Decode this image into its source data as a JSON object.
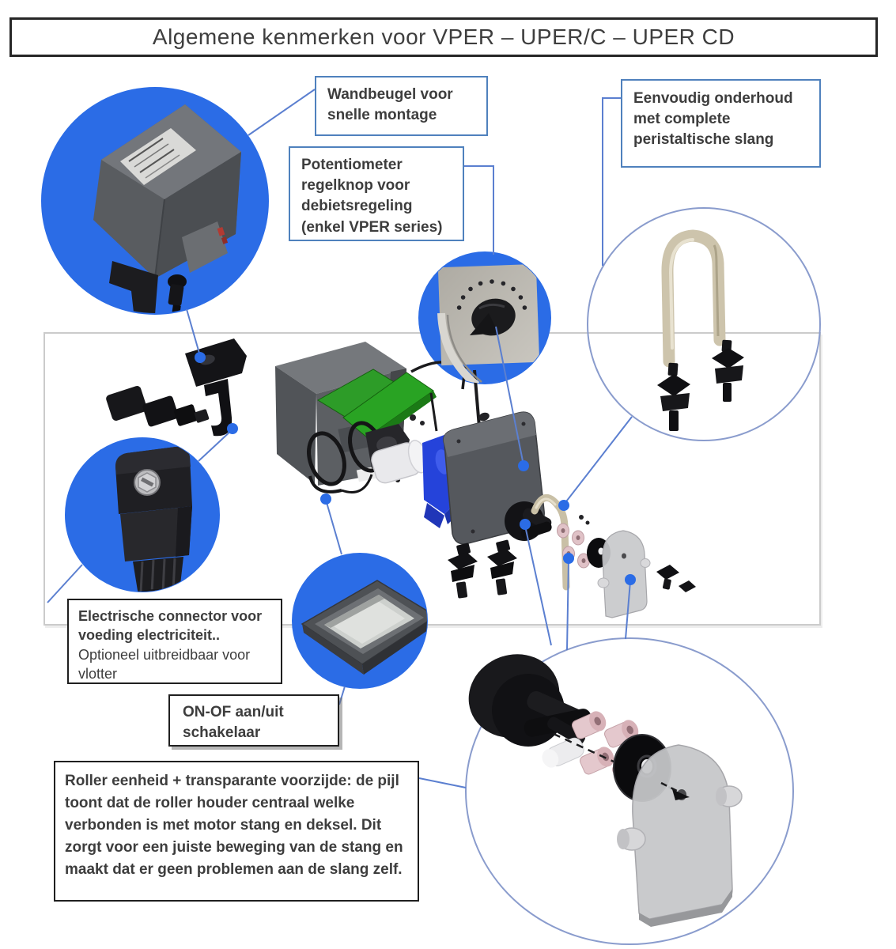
{
  "title": "Algemene kenmerken voor VPER – UPER/C – UPER CD",
  "callouts": {
    "wall_bracket": "Wandbeugel voor snelle montage",
    "potentiometer": "Potentiometer regelknop voor debietsregeling (enkel VPER series)",
    "maintenance": "Eenvoudig onderhoud met complete peristaltische slang",
    "connector": {
      "bold": "Electrische connector voor voeding electriciteit..",
      "regular": " Optioneel uitbreidbaar voor vlotter"
    },
    "switch": "ON-OF aan/uit schakelaar",
    "roller": "Roller eenheid + transparante voorzijde: de pijl toont dat de roller houder centraal welke verbonden is met motor stang en deksel. Dit zorgt voor een juiste beweging van de stang en maakt dat er geen problemen aan de slang zelf."
  },
  "colors": {
    "circle_blue": "#2b6ce6",
    "callout_border_blue": "#4f81bd",
    "outline_circle_border": "#8a9ccd",
    "leader_line": "#5b7fd0",
    "box_border_dark": "#1f1f1f",
    "frame_border": "#cbcbcb",
    "pcb_green": "#2d9c28",
    "tube_beige": "#cdc4ac",
    "roller_pink": "#e4c8cd",
    "text": "#3d3d3d"
  }
}
